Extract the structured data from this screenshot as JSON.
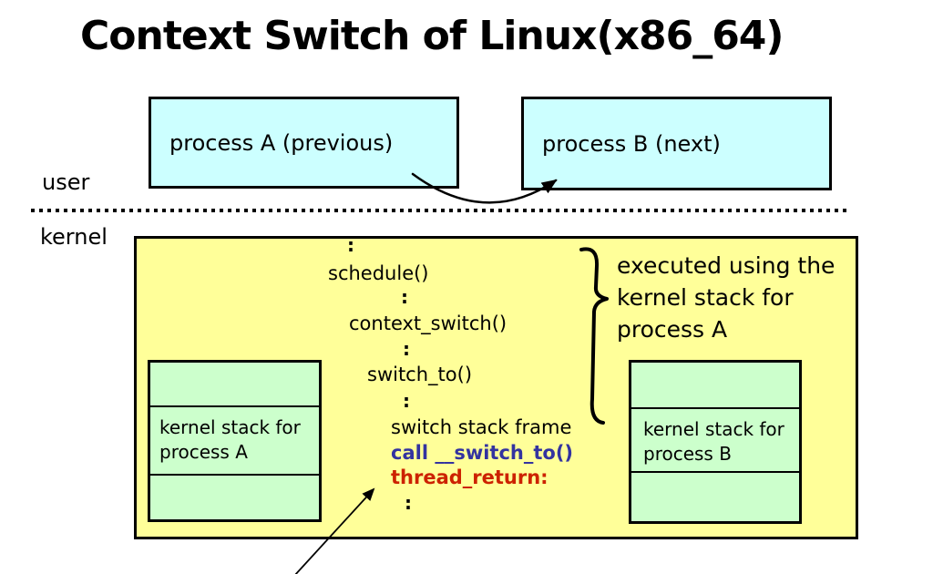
{
  "title": "Context Switch of Linux(x86_64)",
  "user_space": {
    "label": "user",
    "process_a": "process A (previous)",
    "process_b": "process B (next)"
  },
  "kernel_space": {
    "label": "kernel",
    "call_chain": {
      "dots": ":",
      "schedule": "schedule()",
      "context_switch": "context_switch()",
      "switch_to": "switch_to()",
      "switch_stack_frame": "switch stack frame",
      "call_switch_to": "call __switch_to()",
      "thread_return": "thread_return:"
    },
    "annotation": {
      "line1": "executed using the",
      "line2": "kernel stack for",
      "line3": "process A"
    },
    "stack_a": {
      "line1": "kernel stack for",
      "line2": "process A"
    },
    "stack_b": {
      "line1": "kernel stack for",
      "line2": "process B"
    }
  },
  "colors": {
    "process_box_fill": "#CCFFFF",
    "kernel_box_fill": "#FFFF99",
    "stack_box_fill": "#CCFFCC",
    "call_color": "#3333A0",
    "thread_return_color": "#CC2200",
    "line_color": "#000000"
  }
}
